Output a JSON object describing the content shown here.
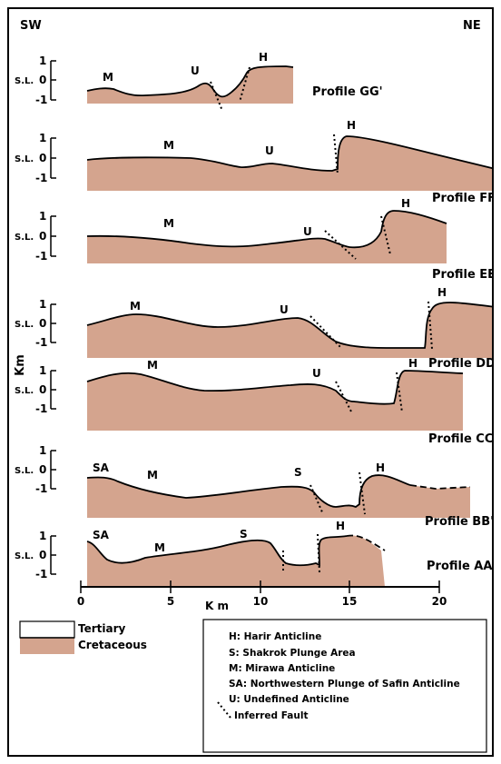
{
  "corners": {
    "left": "SW",
    "right": "NE"
  },
  "y_axis": {
    "unit_label": "Km",
    "ticks": [
      "1",
      "S.L.",
      "0",
      "-1"
    ]
  },
  "x_axis": {
    "unit_label": "K m",
    "ticks": [
      "0",
      "5",
      "10",
      "15",
      "20"
    ]
  },
  "profiles": [
    {
      "title": "Profile GG'",
      "labels": [
        "M",
        "U",
        "H"
      ]
    },
    {
      "title": "Profile FF'",
      "labels": [
        "M",
        "U",
        "H"
      ]
    },
    {
      "title": "Profile EE'",
      "labels": [
        "M",
        "U",
        "H"
      ]
    },
    {
      "title": "Profile DD'",
      "labels": [
        "M",
        "U",
        "H"
      ]
    },
    {
      "title": "Profile CC'",
      "labels": [
        "M",
        "U",
        "H"
      ]
    },
    {
      "title": "Profile BB'",
      "labels": [
        "SA",
        "M",
        "S",
        "H"
      ]
    },
    {
      "title": "Profile AA'",
      "labels": [
        "SA",
        "M",
        "S",
        "H"
      ]
    }
  ],
  "legend_units": [
    {
      "label": "Tertiary",
      "color": "#ffffff"
    },
    {
      "label": "Cretaceous",
      "color": "#d4a48e"
    }
  ],
  "legend_key": [
    "H: Harir Anticline",
    "S: Shakrok Plunge Area",
    "M: Mirawa Anticline",
    "SA: Northwestern Plunge of Safin  Anticline",
    "U: Undefined Anticline",
    "Inferred Fault"
  ],
  "colors": {
    "cretaceous": "#d4a48e",
    "tertiary_line": "#000000"
  }
}
